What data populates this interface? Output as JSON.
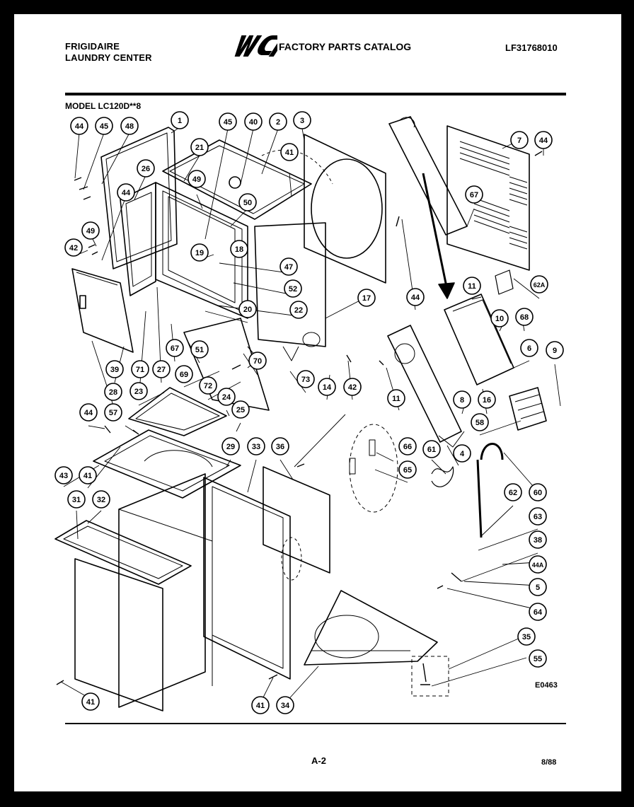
{
  "header": {
    "brand_line1": "FRIGIDAIRE",
    "brand_line2": "LAUNDRY CENTER",
    "logo_text": "WCI",
    "catalog_title": "FACTORY PARTS CATALOG",
    "catalog_number": "LF31768010"
  },
  "model_label": "MODEL LC120D**8",
  "figure_code": "E0463",
  "footer": {
    "page": "A-2",
    "date": "8/88"
  },
  "callouts": [
    "44",
    "45",
    "48",
    "1",
    "45",
    "40",
    "2",
    "3",
    "7",
    "44",
    "21",
    "26",
    "49",
    "41",
    "44",
    "50",
    "67",
    "49",
    "18",
    "19",
    "42",
    "47",
    "52",
    "62A",
    "11",
    "22",
    "20",
    "17",
    "44",
    "10",
    "68",
    "6",
    "9",
    "67",
    "51",
    "70",
    "39",
    "71",
    "27",
    "69",
    "72",
    "73",
    "14",
    "42",
    "11",
    "8",
    "16",
    "28",
    "23",
    "24",
    "25",
    "58",
    "44",
    "57",
    "4",
    "66",
    "61",
    "65",
    "43",
    "41",
    "29",
    "33",
    "36",
    "60",
    "62",
    "31",
    "32",
    "63",
    "38",
    "44A",
    "5",
    "64",
    "35",
    "55",
    "41",
    "41",
    "34"
  ],
  "colors": {
    "ink": "#000000",
    "paper": "#ffffff"
  }
}
